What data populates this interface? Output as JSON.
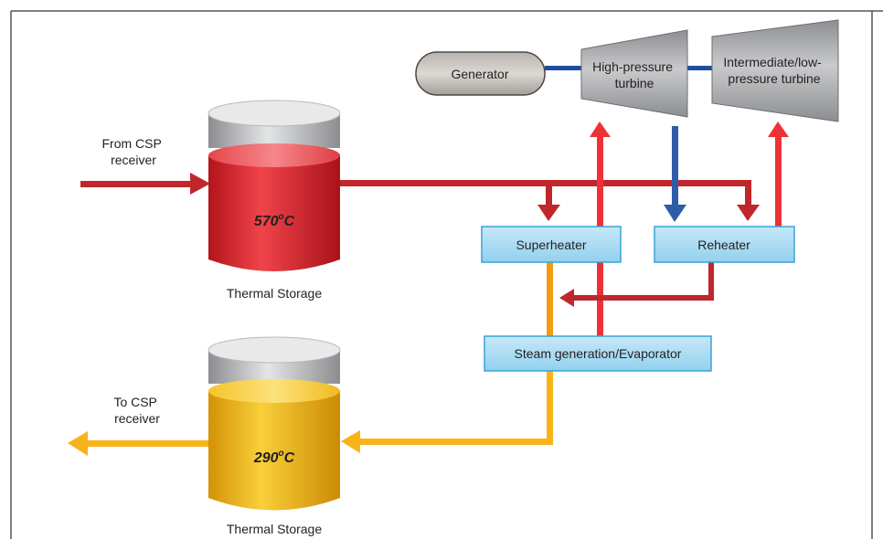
{
  "labels": {
    "from_receiver": [
      "From CSP",
      "receiver"
    ],
    "to_receiver": [
      "To CSP",
      "receiver"
    ]
  },
  "tanks": {
    "hot": {
      "temperature": "570",
      "unit": "C",
      "degree": "o",
      "caption": "Thermal Storage"
    },
    "cold": {
      "temperature": "290",
      "unit": "C",
      "degree": "o",
      "caption": "Thermal Storage"
    }
  },
  "components": {
    "generator": "Generator",
    "hp_turbine": [
      "High-pressure",
      "turbine"
    ],
    "ilp_turbine": [
      "Intermediate/low-",
      "pressure turbine"
    ],
    "superheater": "Superheater",
    "reheater": "Reheater",
    "evaporator": "Steam generation/Evaporator"
  },
  "colors": {
    "hot_flow": "#c0272d",
    "steam_flow": "#ed3237",
    "cold_flow": "#f8b31b",
    "orange_flow": "#f39c12",
    "blue_flow": "#2e5ca8",
    "shaft": "#1f4e9e",
    "box_fill": "#a8daf2",
    "box_stroke": "#3aa3d6",
    "hot_liquid": "#d9282f",
    "cold_liquid": "#f2b11c",
    "turbine_gray": "#a6a7a9"
  }
}
